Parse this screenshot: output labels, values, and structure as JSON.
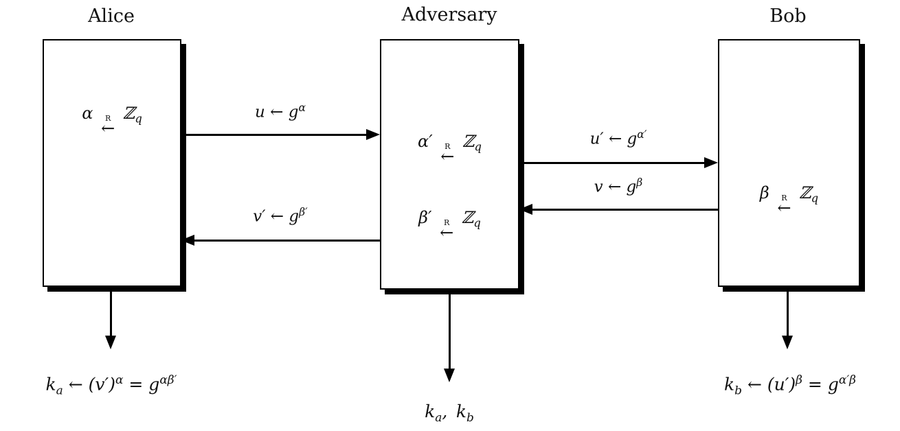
{
  "parties": {
    "alice": {
      "title": "Alice",
      "lines": [
        "α ←R ℤ_q"
      ],
      "output": "k_a ← (v′)^α = g^{αβ′}"
    },
    "adversary": {
      "title": "Adversary",
      "lines": [
        "α′ ←R ℤ_q",
        "β′ ←R ℤ_q"
      ],
      "output": "k_a, k_b"
    },
    "bob": {
      "title": "Bob",
      "lines": [
        "β ←R ℤ_q"
      ],
      "output": "k_b ← (u′)^β = g^{α′β}"
    }
  },
  "messages": {
    "alice_to_adversary": "u ← g^α",
    "adversary_to_bob": "u′ ← g^{α′}",
    "bob_to_adversary": "v ← g^β",
    "adversary_to_alice": "v′ ← g^{β′}"
  }
}
